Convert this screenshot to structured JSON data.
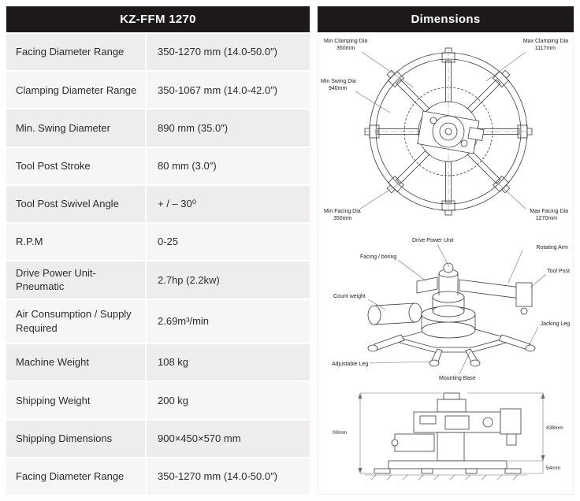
{
  "left_panel": {
    "title": "KZ-FFM 1270",
    "rows": [
      {
        "label": "Facing Diameter Range",
        "value": "350-1270 mm (14.0-50.0″)"
      },
      {
        "label": "Clamping Diameter Range",
        "value": "350-1067 mm (14.0-42.0″)"
      },
      {
        "label": "Min. Swing Diameter",
        "value": "890 mm (35.0″)"
      },
      {
        "label": "Tool Post Stroke",
        "value": "80 mm (3.0″)"
      },
      {
        "label": "Tool Post Swivel Angle",
        "value": "+ / – 30⁰"
      },
      {
        "label": "R.P.M",
        "value": "0-25"
      },
      {
        "label": "Drive Power Unit-Pneumatic",
        "value": "2.7hp (2.2kw)"
      },
      {
        "label": "Air Consumption / Supply Required",
        "value": "2.69m³/min"
      },
      {
        "label": "Machine Weight",
        "value": "108 kg"
      },
      {
        "label": "Shipping Weight",
        "value": "200 kg"
      },
      {
        "label": "Shipping Dimensions",
        "value": "900×450×570 mm"
      },
      {
        "label": "Facing Diameter Range",
        "value": "350-1270 mm (14.0-50.0″)"
      }
    ]
  },
  "dimensions": {
    "title": "Dimensions",
    "top_view": {
      "labels": [
        {
          "name": "Min Clamping Dia",
          "value": "350mm"
        },
        {
          "name": "Max Clamping Dia",
          "value": "1117mm"
        },
        {
          "name": "Min Swing Dia",
          "value": "940mm"
        },
        {
          "name": "Min Facing Dia",
          "value": "350mm"
        },
        {
          "name": "Max Facing Dia",
          "value": "1270mm"
        }
      ]
    },
    "iso_view": {
      "labels": [
        "Drive Power Unit",
        "Rotating Arm",
        "Facing / boring",
        "Tool Post",
        "Count weight",
        "Jacking Leg",
        "Adjustable Leg",
        "Mounting Base"
      ]
    },
    "side_view": {
      "labels": [
        "00mm",
        "438mm",
        "54mm"
      ]
    }
  }
}
